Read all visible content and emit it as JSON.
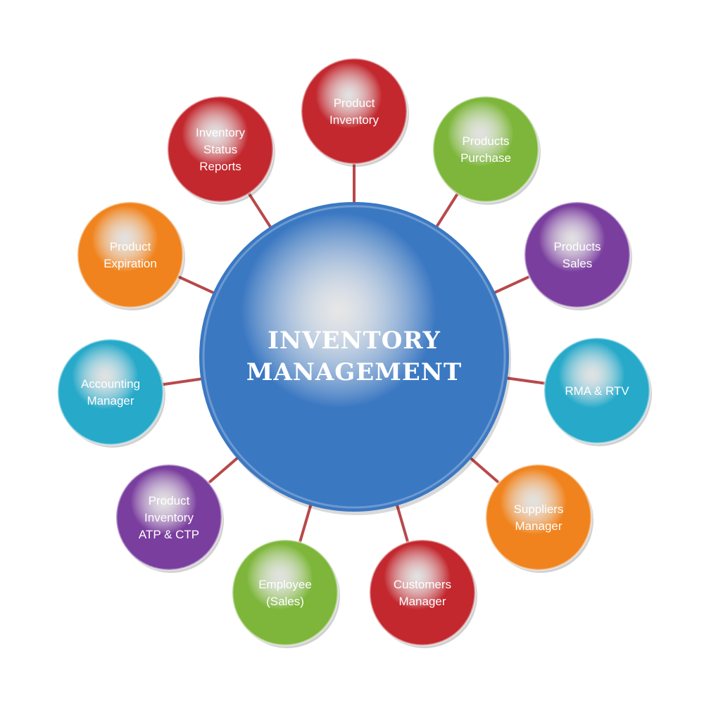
{
  "hub": {
    "title_lines": [
      "INVENTORY",
      "MANAGEMENT"
    ],
    "color": "#3b78c2"
  },
  "connector_color": "#b8494a",
  "nodes": [
    {
      "id": "product-inventory",
      "lines": [
        "Product",
        "Inventory"
      ],
      "color": "#c2282e"
    },
    {
      "id": "products-purchase",
      "lines": [
        "Products",
        "Purchase"
      ],
      "color": "#7db63a"
    },
    {
      "id": "products-sales",
      "lines": [
        "Products",
        "Sales"
      ],
      "color": "#7a3e9e"
    },
    {
      "id": "rma-rtv",
      "lines": [
        "RMA & RTV"
      ],
      "color": "#27a9c9"
    },
    {
      "id": "suppliers-manager",
      "lines": [
        "Suppliers",
        "Manager"
      ],
      "color": "#f0831d"
    },
    {
      "id": "customers-manager",
      "lines": [
        "Customers",
        "Manager"
      ],
      "color": "#c2282e"
    },
    {
      "id": "employee-sales",
      "lines": [
        "Employee",
        "(Sales)"
      ],
      "color": "#7db63a"
    },
    {
      "id": "product-inventory-atp-ctp",
      "lines": [
        "Product",
        "Inventory",
        "ATP & CTP"
      ],
      "color": "#7a3e9e"
    },
    {
      "id": "accounting-manager",
      "lines": [
        "Accounting",
        "Manager"
      ],
      "color": "#27a9c9"
    },
    {
      "id": "product-expiration",
      "lines": [
        "Product",
        "Expiration"
      ],
      "color": "#f0831d"
    },
    {
      "id": "inventory-status-reports",
      "lines": [
        "Inventory",
        "Status",
        "Reports"
      ],
      "color": "#c2282e"
    }
  ]
}
